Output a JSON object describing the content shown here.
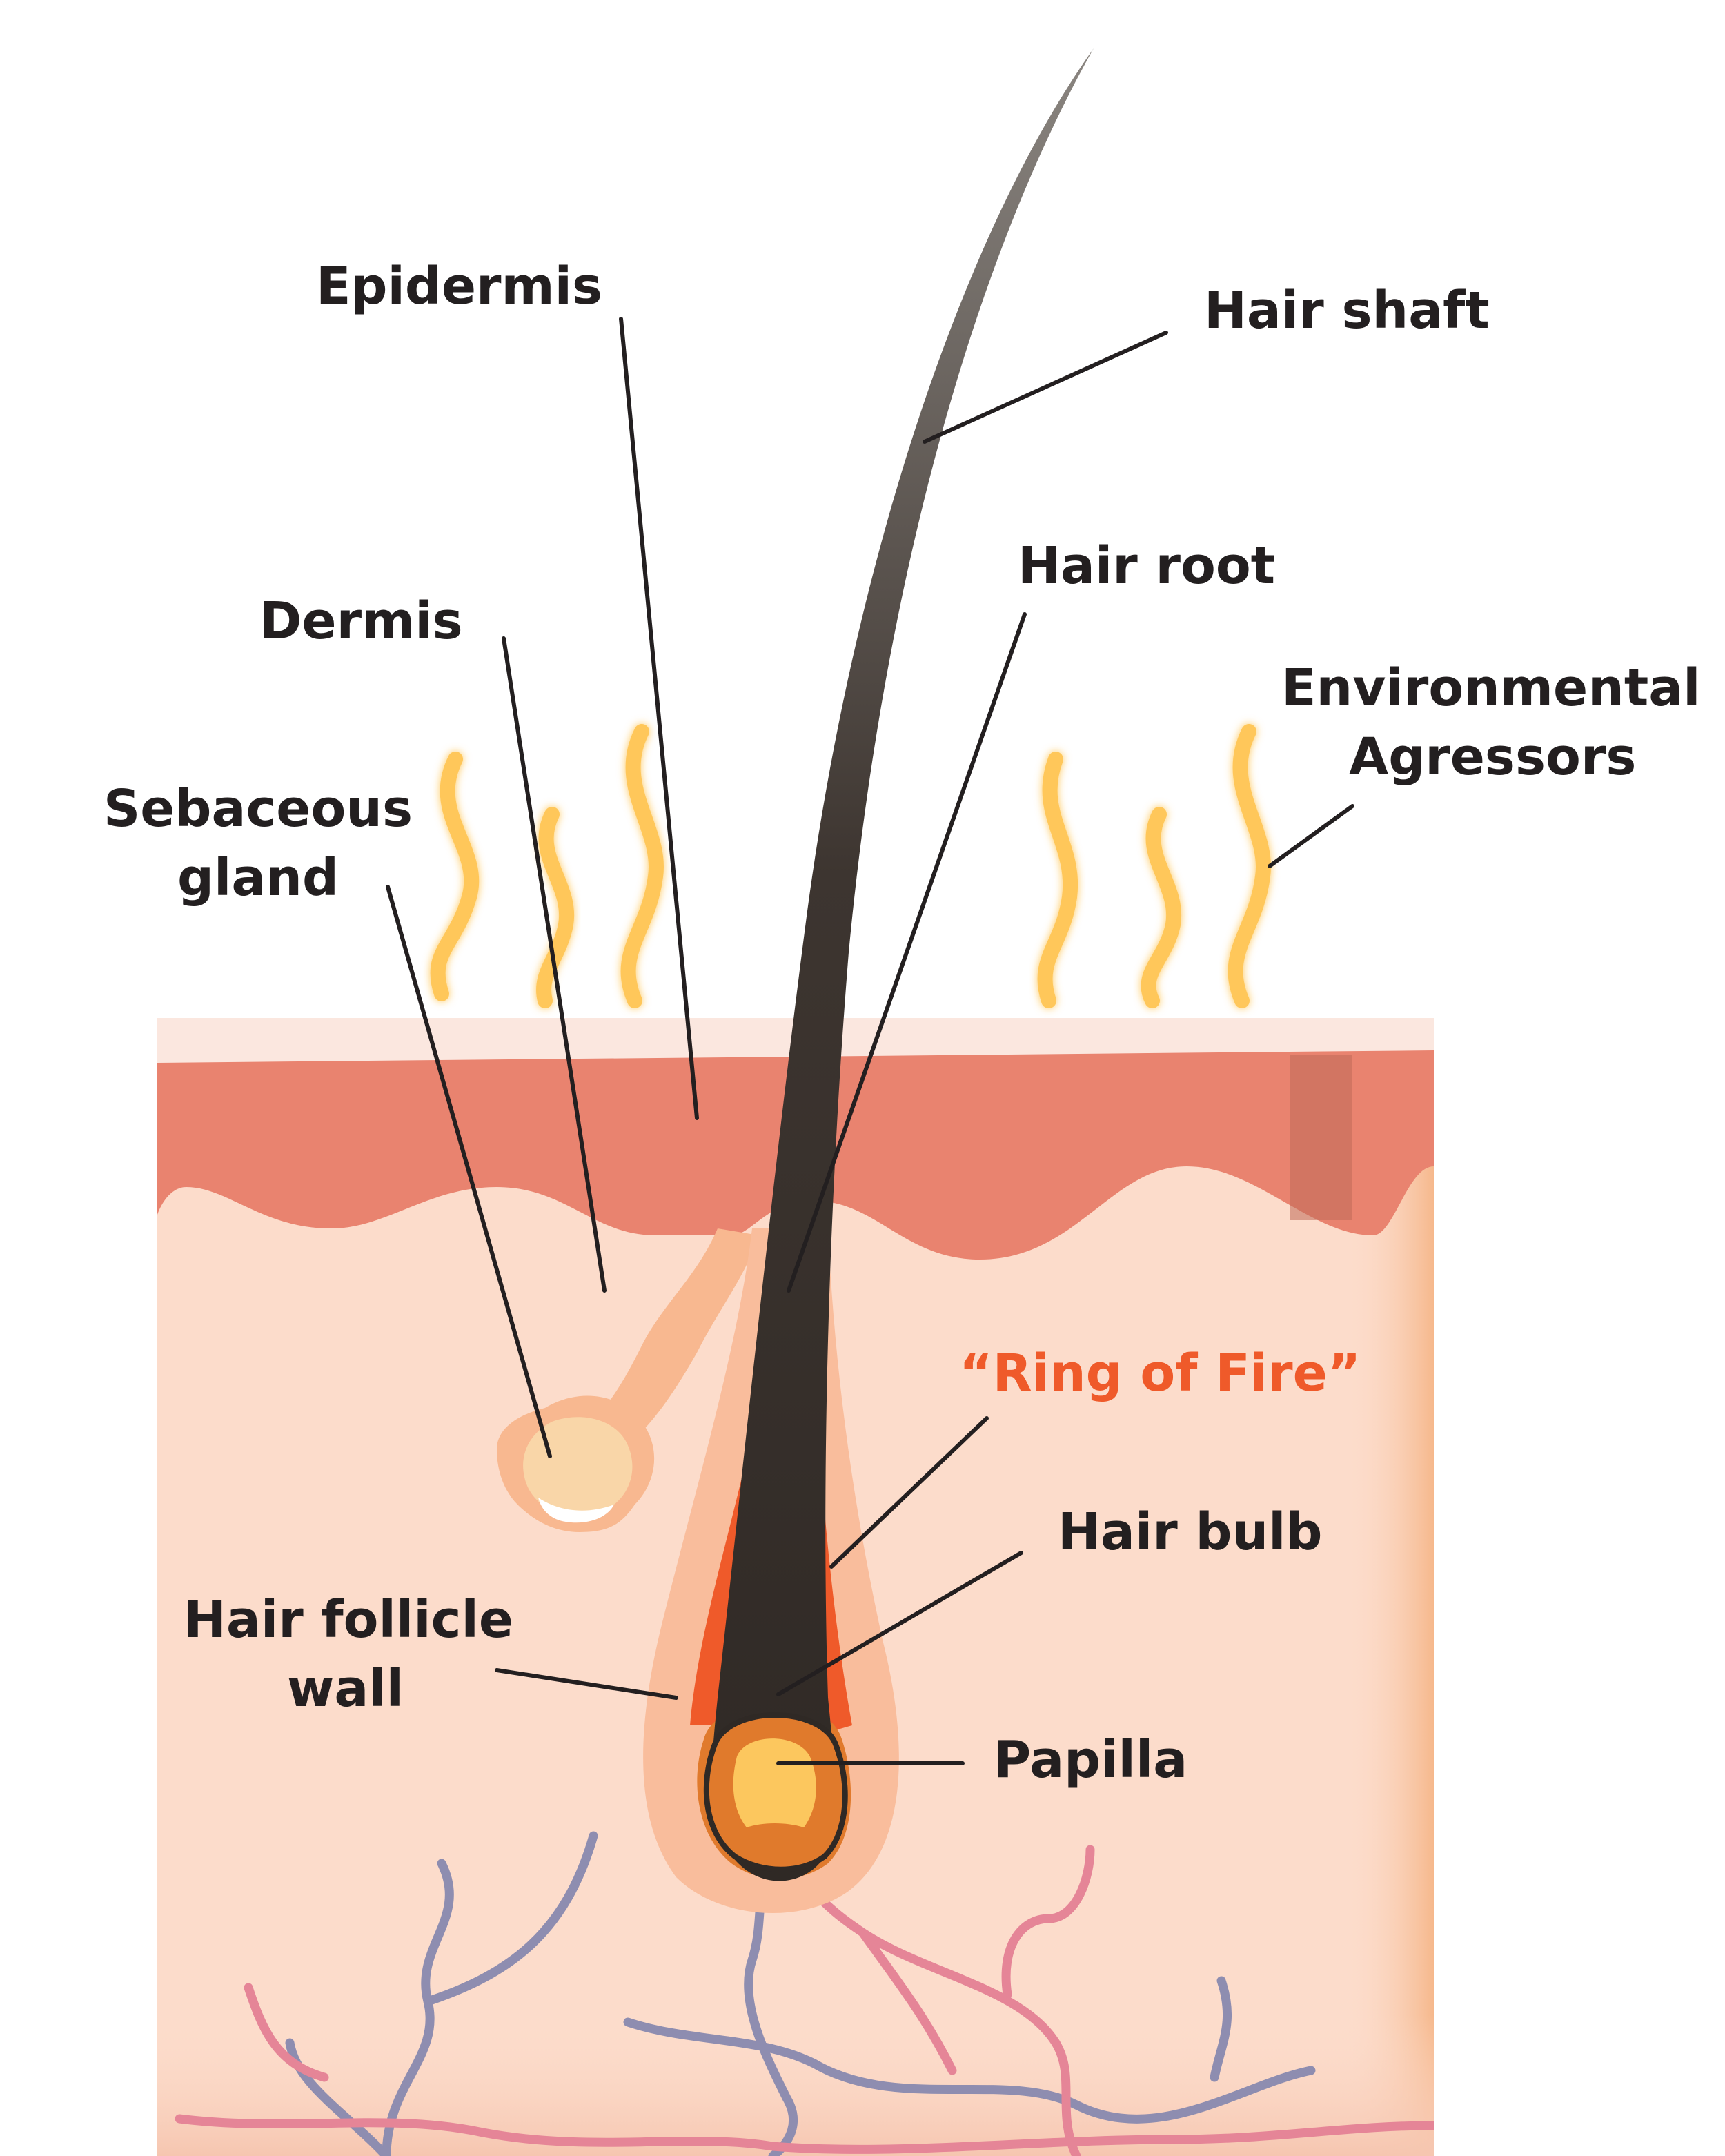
{
  "labels": {
    "epidermis": "Epidermis",
    "hair_shaft": "Hair shaft",
    "hair_root": "Hair root",
    "dermis": "Dermis",
    "environmental_1": "Environmental",
    "environmental_2": "Agressors",
    "sebaceous_1": "Sebaceous",
    "sebaceous_2": "gland",
    "ring_of_fire": "“Ring of Fire”",
    "hair_bulb": "Hair bulb",
    "follicle_wall_1": "Hair follicle",
    "follicle_wall_2": "wall",
    "papilla": "Papilla"
  },
  "colors": {
    "epidermis": "#e9836f",
    "dermis": "#fcdccb",
    "skin_surface": "#fbe7df",
    "hair": "#3a332e",
    "ring_of_fire": "#ef5a2a",
    "hair_bulb": "#e07a2c",
    "papilla": "#fcc75e",
    "heat": "#ffc75a",
    "vein": "#8e8db0",
    "artery": "#e58597"
  }
}
